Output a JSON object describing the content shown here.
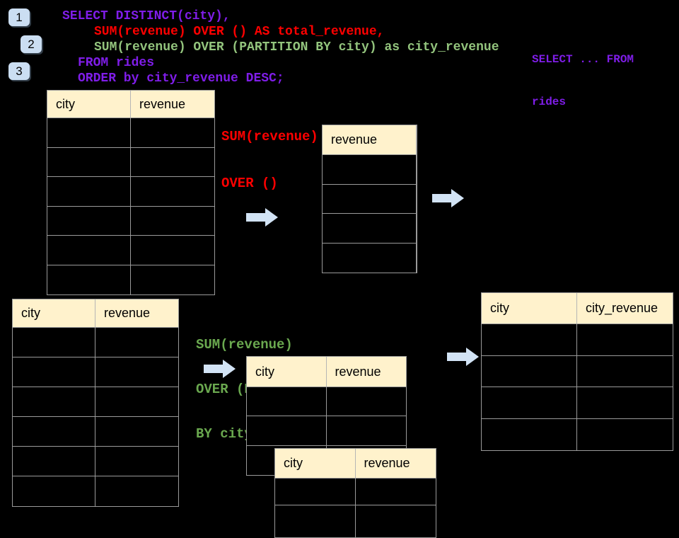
{
  "colors": {
    "background": "#000000",
    "sql_purple": "#7F1DE8",
    "sql_red": "#FF0000",
    "sql_green_light": "#93C47D",
    "note_green": "#6AA84F",
    "table_header_fill": "#FFF2CC",
    "table_border": "#9A9A9A",
    "arrow_fill": "#D2E3F5",
    "badge_fill": "#CBDEF2"
  },
  "badges": {
    "labels": [
      "1",
      "2",
      "3"
    ]
  },
  "sql": {
    "lines": [
      "SELECT DISTINCT(city),",
      "SUM(revenue) OVER () AS total_revenue,",
      "SUM(revenue) OVER (PARTITION BY city) as city_revenue",
      "FROM rides",
      "ORDER by city_revenue DESC;"
    ]
  },
  "note_select_from": {
    "lines": [
      "SELECT ... FROM",
      "rides"
    ]
  },
  "note_total_revenue": {
    "lines": [
      "SUM(revenue)",
      "OVER ()"
    ]
  },
  "note_partition": {
    "lines": [
      "SUM(revenue)",
      "OVER (PARTITION",
      "BY city)"
    ]
  },
  "tables": {
    "source_top": {
      "headers": [
        "city",
        "revenue"
      ]
    },
    "total_result": {
      "headers": [
        "revenue"
      ]
    },
    "source_bottom": {
      "headers": [
        "city",
        "revenue"
      ]
    },
    "partition_mid": {
      "headers": [
        "city",
        "revenue"
      ]
    },
    "partition_overlay": {
      "headers": [
        "city",
        "revenue"
      ]
    },
    "final_result": {
      "headers": [
        "city",
        "city_revenue"
      ]
    }
  }
}
